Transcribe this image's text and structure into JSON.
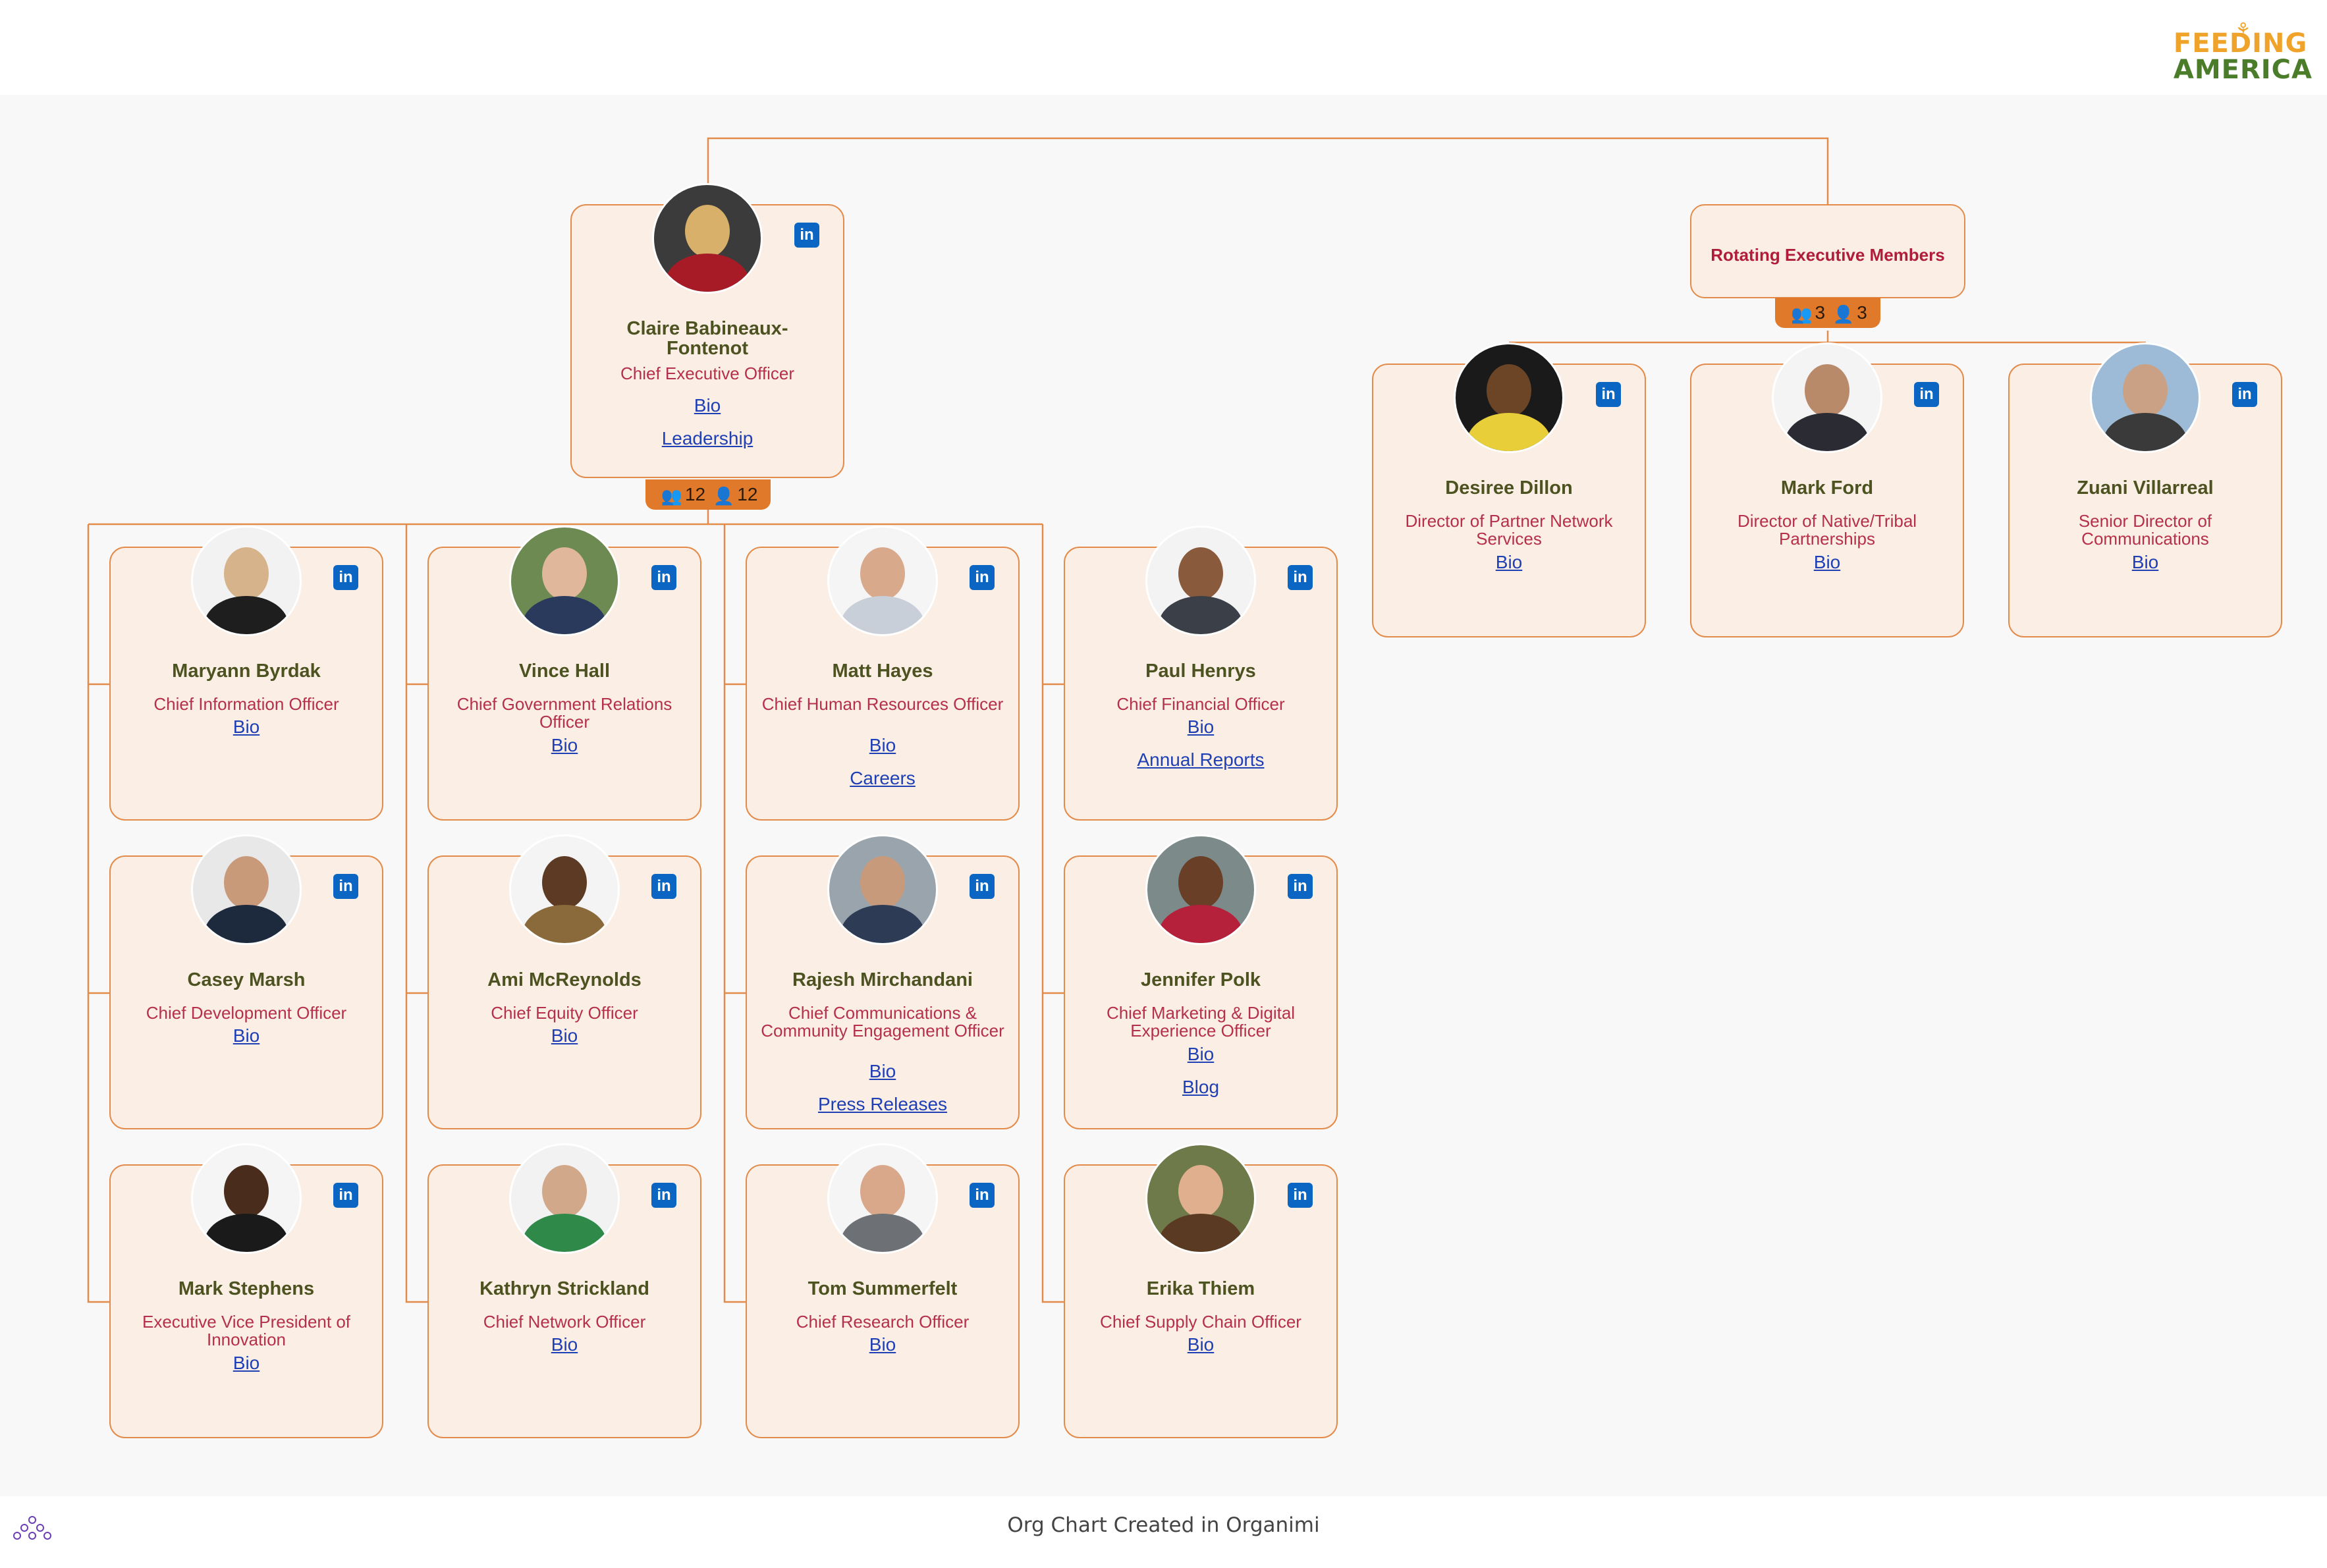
{
  "logo": {
    "line1": "FEEDING",
    "line2": "AMERICA"
  },
  "colors": {
    "card_bg": "#fbeee4",
    "card_border": "#e38b4a",
    "badge": "#e07a2a",
    "name": "#4d5221",
    "title": "#b5304a",
    "link": "#1f3fb5",
    "linkedin": "#0a66c2"
  },
  "ceo": {
    "name": "Claire Babineaux-Fontenot",
    "title": "Chief Executive Officer",
    "links": [
      "Bio",
      "Leadership"
    ],
    "badge": {
      "teams": "12",
      "people": "12"
    }
  },
  "rotating": {
    "title": "Rotating Executive Members",
    "badge": {
      "teams": "3",
      "people": "3"
    },
    "members": [
      {
        "name": "Desiree Dillon",
        "title": "Director of Partner Network Services",
        "links": [
          "Bio"
        ]
      },
      {
        "name": "Mark Ford",
        "title": "Director of Native/Tribal Partnerships",
        "links": [
          "Bio"
        ]
      },
      {
        "name": "Zuani Villarreal",
        "title": "Senior Director of Communications",
        "links": [
          "Bio"
        ]
      }
    ]
  },
  "reports": [
    {
      "name": "Maryann Byrdak",
      "title": "Chief Information Officer",
      "links": [
        "Bio"
      ]
    },
    {
      "name": "Vince Hall",
      "title": "Chief Government Relations Officer",
      "links": [
        "Bio"
      ]
    },
    {
      "name": "Matt Hayes",
      "title": "Chief Human Resources Officer",
      "links": [
        "Bio",
        "Careers"
      ]
    },
    {
      "name": "Paul Henrys",
      "title": "Chief Financial Officer",
      "links": [
        "Bio",
        "Annual Reports"
      ]
    },
    {
      "name": "Casey Marsh",
      "title": "Chief Development Officer",
      "links": [
        "Bio"
      ]
    },
    {
      "name": "Ami McReynolds",
      "title": "Chief Equity Officer",
      "links": [
        "Bio"
      ]
    },
    {
      "name": "Rajesh Mirchandani",
      "title": "Chief Communications & Community Engagement Officer",
      "links": [
        "Bio",
        "Press Releases"
      ]
    },
    {
      "name": "Jennifer Polk",
      "title": "Chief Marketing & Digital Experience Officer",
      "links": [
        "Bio",
        "Blog"
      ]
    },
    {
      "name": "Mark Stephens",
      "title": "Executive Vice President of Innovation",
      "links": [
        "Bio"
      ]
    },
    {
      "name": "Kathryn Strickland",
      "title": "Chief Network Officer",
      "links": [
        "Bio"
      ]
    },
    {
      "name": "Tom Summerfelt",
      "title": "Chief Research Officer",
      "links": [
        "Bio"
      ]
    },
    {
      "name": "Erika Thiem",
      "title": "Chief Supply Chain Officer",
      "links": [
        "Bio"
      ]
    }
  ],
  "footer": {
    "text": "Org Chart Created in Organimi"
  }
}
